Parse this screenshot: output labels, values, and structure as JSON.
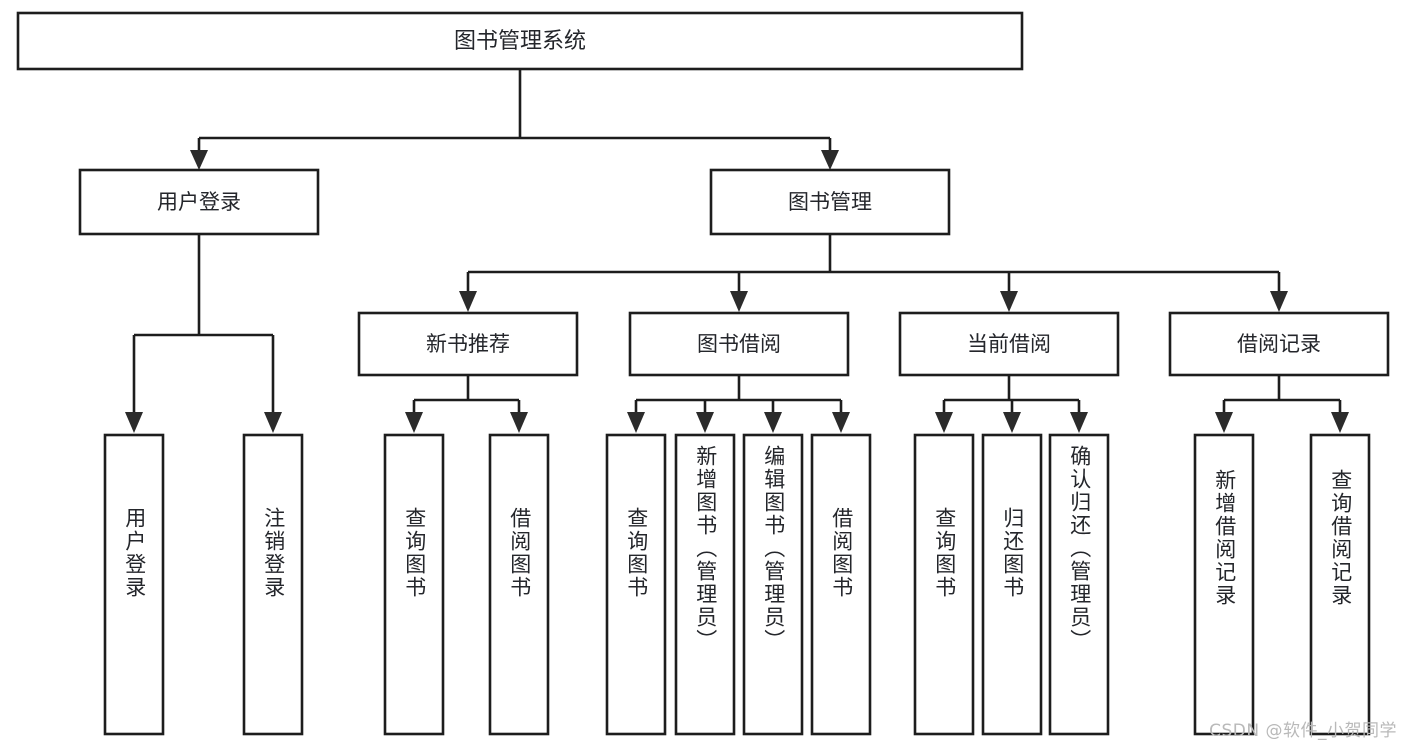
{
  "diagram": {
    "type": "hierarchy-tree",
    "title": "图书管理系统",
    "orientation": "top-down",
    "colors": {
      "box_stroke": "#1d1d1d",
      "box_fill": "#ffffff",
      "connector": "#1d1d1d",
      "text": "#24262b",
      "watermark": "#b9b9b9",
      "background": "#ffffff"
    },
    "levels": [
      {
        "level": 1,
        "nodes": [
          {
            "id": "root",
            "label": "图书管理系统"
          }
        ]
      },
      {
        "level": 2,
        "nodes": [
          {
            "id": "user-login",
            "label": "用户登录",
            "parent": "root"
          },
          {
            "id": "book-manage",
            "label": "图书管理",
            "parent": "root"
          }
        ]
      },
      {
        "level": 3,
        "nodes": [
          {
            "id": "new-book-rec",
            "label": "新书推荐",
            "parent": "book-manage"
          },
          {
            "id": "book-borrow",
            "label": "图书借阅",
            "parent": "book-manage"
          },
          {
            "id": "current-borrow",
            "label": "当前借阅",
            "parent": "book-manage"
          },
          {
            "id": "borrow-record",
            "label": "借阅记录",
            "parent": "book-manage"
          }
        ]
      },
      {
        "level": 4,
        "nodes": [
          {
            "id": "leaf-1",
            "label": "用户登录",
            "parent": "user-login"
          },
          {
            "id": "leaf-2",
            "label": "注销登录",
            "parent": "user-login"
          },
          {
            "id": "leaf-3",
            "label": "查询图书",
            "parent": "new-book-rec"
          },
          {
            "id": "leaf-4",
            "label": "借阅图书",
            "parent": "new-book-rec"
          },
          {
            "id": "leaf-5",
            "label": "查询图书",
            "parent": "book-borrow"
          },
          {
            "id": "leaf-6",
            "label": "新增图书（管理员）",
            "parent": "book-borrow"
          },
          {
            "id": "leaf-7",
            "label": "编辑图书（管理员）",
            "parent": "book-borrow"
          },
          {
            "id": "leaf-8",
            "label": "借阅图书",
            "parent": "book-borrow"
          },
          {
            "id": "leaf-9",
            "label": "查询图书",
            "parent": "current-borrow"
          },
          {
            "id": "leaf-10",
            "label": "归还图书",
            "parent": "current-borrow"
          },
          {
            "id": "leaf-11",
            "label": "确认归还（管理员）",
            "parent": "current-borrow"
          },
          {
            "id": "leaf-12",
            "label": "新增借阅记录",
            "parent": "borrow-record"
          },
          {
            "id": "leaf-13",
            "label": "查询借阅记录",
            "parent": "borrow-record"
          }
        ]
      }
    ]
  },
  "watermark": {
    "text": "CSDN @软件_小贺同学"
  }
}
